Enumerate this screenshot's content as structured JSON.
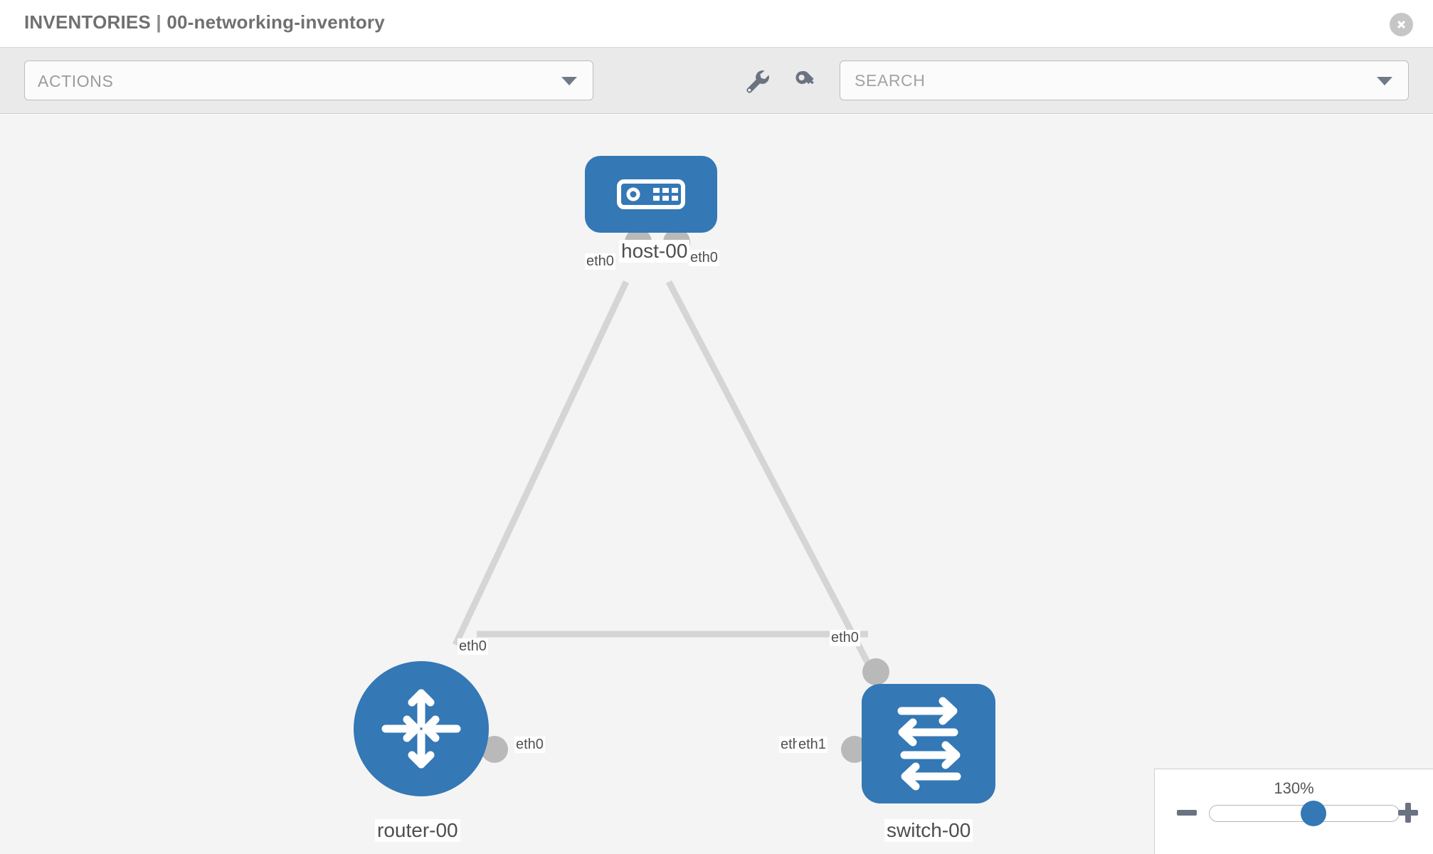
{
  "header": {
    "breadcrumb_root": "INVENTORIES",
    "separator": "|",
    "breadcrumb_current": "00-networking-inventory",
    "close_icon": "close-icon"
  },
  "toolbar": {
    "actions_label": "ACTIONS",
    "actions_caret_icon": "chevron-down-icon",
    "wrench_icon": "wrench-icon",
    "key_icon": "key-icon",
    "search_placeholder": "SEARCH",
    "search_value": "",
    "search_caret_icon": "chevron-down-icon"
  },
  "topology": {
    "accent_color": "#3478b5",
    "link_color": "#d5d5d5",
    "connector_color": "#b9b9b9",
    "canvas_bg": "#f4f4f4",
    "nodes": [
      {
        "id": "host-00",
        "label": "host-00",
        "type": "host",
        "icon": "server-icon"
      },
      {
        "id": "router-00",
        "label": "router-00",
        "type": "router",
        "icon": "router-arrows-icon"
      },
      {
        "id": "switch-00",
        "label": "switch-00",
        "type": "switch",
        "icon": "switch-arrows-icon"
      }
    ],
    "port_labels": [
      {
        "id": "host-left",
        "text": "eth0"
      },
      {
        "id": "host-right",
        "text": "eth0"
      },
      {
        "id": "router-up",
        "text": "eth0"
      },
      {
        "id": "switch-up",
        "text": "eth0"
      },
      {
        "id": "router-right",
        "text": "eth0"
      },
      {
        "id": "switch-left-occluded",
        "text": "eth"
      },
      {
        "id": "switch-left",
        "text": "eth1"
      }
    ],
    "links": [
      {
        "from": "host-00",
        "to": "router-00"
      },
      {
        "from": "host-00",
        "to": "switch-00"
      },
      {
        "from": "router-00",
        "to": "switch-00"
      }
    ]
  },
  "zoom_control": {
    "level": "130%",
    "minus_icon": "minus-icon",
    "plus_icon": "plus-icon",
    "slider_name": "zoom-slider",
    "thumb_position_pct": 55
  }
}
